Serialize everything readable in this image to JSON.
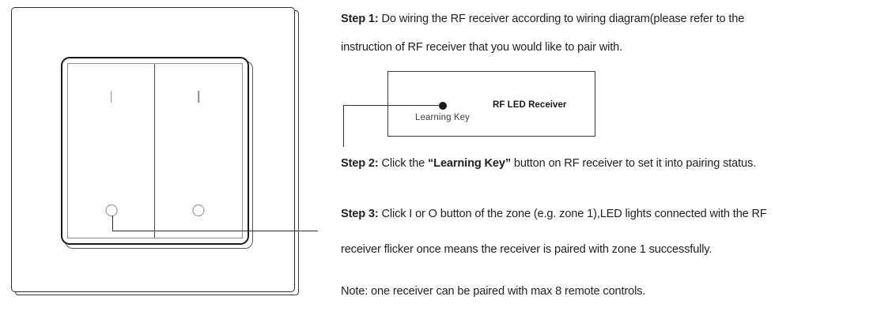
{
  "illustration": {
    "name": "wall-mounted 2-zone RF remote control switch",
    "rockers": [
      {
        "zone": "1",
        "top_mark": "I",
        "bottom_mark": "O"
      },
      {
        "zone": "2",
        "top_mark": "I",
        "bottom_mark": "O"
      }
    ]
  },
  "receiver_diagram": {
    "learning_key_label": "Learning Key",
    "receiver_label": "RF LED Receiver"
  },
  "instructions": {
    "step1_bold": "Step 1:",
    "step1_line1": " Do wiring the RF receiver according to wiring diagram(please refer to the",
    "step1_line2": "instruction of RF receiver that you would like to pair with.",
    "step2_bold": "Step 2:",
    "step2_text_a": " Click the ",
    "step2_quoted": "“Learning Key”",
    "step2_text_b": " button on RF receiver to set it into pairing status.",
    "step3_bold": "Step 3:",
    "step3_line1": " Click I or O button of the zone (e.g. zone 1),LED lights connected with the RF",
    "step3_line2": "receiver flicker once means the receiver is paired with zone 1 successfully.",
    "note": "Note: one receiver can be paired with max 8 remote controls."
  },
  "colors": {
    "text": "#231f20",
    "line": "#2e2e2e",
    "mark_gray": "#8d8d8d",
    "background": "#ffffff"
  }
}
